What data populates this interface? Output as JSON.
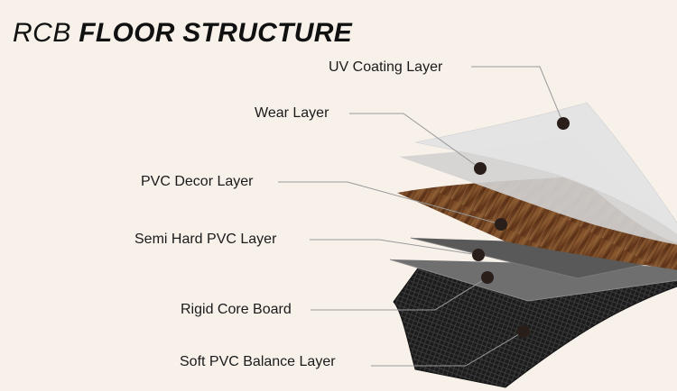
{
  "title": {
    "brand": "RCB",
    "main": "FLOOR STRUCTURE"
  },
  "layers": [
    {
      "label": "UV Coating Layer"
    },
    {
      "label": "Wear Layer"
    },
    {
      "label": "PVC Decor Layer"
    },
    {
      "label": "Semi Hard PVC Layer"
    },
    {
      "label": "Rigid Core Board"
    },
    {
      "label": "Soft PVC Balance Layer"
    }
  ],
  "colors": {
    "background": "#f7f1ea",
    "uv_coating": "#e4e4e4",
    "wear": "#d2d2d2",
    "decor_wood": "#7a4a24",
    "semi_hard": "#595959",
    "rigid_core": "#6f6f6f",
    "balance": "#1c1c1c",
    "marker": "#2a1e1a",
    "leader_line": "#9a9a9a"
  }
}
